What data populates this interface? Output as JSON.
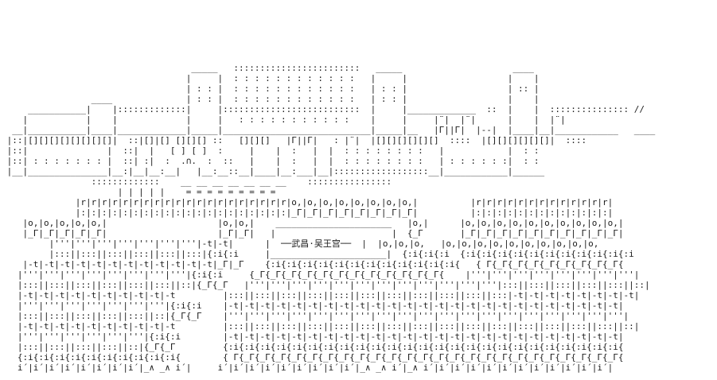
{
  "scene": {
    "title": "――武昌·吴王宫――",
    "title_translation_note": "nameplate text shown on the palace gate plate",
    "figures_glyph": "_∧ _∧",
    "colors": {
      "background": "#ffffff",
      "ink": "#1c1c1c"
    },
    "art_lines": [
      "",
      "",
      "",
      "                                    _____   ::::::::::::::::::::::::   _____                     ____",
      "                                   |     |  : : : : : : : : : : : :   |     |                   |    |",
      "                                   | : : |  : : : : : : : : : : : :   | : : |                   | :: |",
      "                 ____              | : : |  : : : : : : : : : : : :   | : : |                   |    |",
      "     ___________|    |:::::::::::::|     |::::::::::::::::::::::::::  |     |_____________  ::  |    |  ::::::::::::::: //",
      "    |           |    |             |     |   : : : : : : : : : : :    |     |     |¨|  |¨|      |    |  |¨|",
      "  __|___________|____|_____________|_____|____________________________|_____|__   |Γ||Γ|  |--|  |____|__|____________   ____",
      " |::|[][][][][][][][]|  ::|[]|[] [][][] ::   [][][]   |Γ||Γ|   : |¨|  |[][][][][][]  ::::  |[][][][][][]|  ::::",
      " |::|               |  ::|  |   [ ] [ ]  :     |    |  :   |  |  : : : : : : : :   |            |  : :",
      " |::| : : : : : : : |  ::| :|  :  .∩.  :  ::   |    |  :   |  |  : : : : : : : :   | : : : : : :|  : :",
      " |__|_______________|__:|__|__:__|   |__:__::__|____|__:___|__|::::::::::::::::::__|____________|______",
      "                 :::::::::::::    __ __ __ __ __ __ __    ::::::::::::::::",
      "                      | | | | |    = = = = = = = = =",
      "              |r|r|r|r|r|r|r|r|r|r|r|r|r|r|r|r|r|r|r|r|o,|o,|o,|o,|o,|o,|o,|o,|          |r|r|r|r|r|r|r|r|r|r|r|r|r|",
      "              |:|:|:|:|:|:|:|:|:|:|:|:|:|:|:|:|:|:|:|:|_Γ|_Γ|_Γ|_Γ|_Γ|_Γ|_Γ|_Γ|          |:|:|:|:|:|:|:|:|:|:|:|:|:|",
      "    |o,|o,|o,|o,|o,|                     |o,|o,|    ______________________   |o,|      |o,|o,|o,|o,|o,|o,|o,|o,|o,|o,|",
      "    |_Γ|_Γ|_Γ|_Γ|_Γ|                     |_Γ|_Γ|   |                      |  {_Γ       |_Γ|_Γ|_Γ|_Γ|_Γ|_Γ|_Γ|_Γ|_Γ|_Γ|",
      "         |'''|'''|'''|'''|'''|'''|'''|-t|-t|      |  ──武昌·吴王宫──  |  |o,|o,|o,   |o,|o,|o,|o,|o,|o,|o,|o,|o,|o,",
      "         |:::||:::||:::||:::||:::||:::|{:i{:i     |______________________|  {:i{:i{:i  {:i{:i{:i{:i{:i{:i{:i{:i{:i{:i{:i",
      "    |-t|-t|-t|-t|-t|-t|-t|-t|-t|-t|-t|-t|_Γ|_Γ    {:i{:i{:i{:i{:i{:i{:i{:i{:i{:i{:i{:i{   { Γ{_Γ{_Γ{_Γ{_Γ{_Γ{_Γ{_Γ{_Γ{",
      "   |'''|'''|'''|'''|'''|'''|'''|'''|{:i{:i     {_Γ{_Γ{_Γ{_Γ{_Γ{_Γ{_Γ{_Γ{_Γ{_Γ{_Γ{_Γ{    |'''|'''|'''|'''|'''|'''|'''|'''|",
      "   |:::||:::||:::||:::||:::||:::||::|{_Γ{_Γ   |'''|'''|'''|'''|'''|'''|'''|'''|'''|'''|'''|'''|:::||:::||:::||:::||:::||::|",
      "   |-t|-t|-t|-t|-t|-t|-t|-t|-t|-t         |:::||:::||:::||:::||:::||:::||:::||:::||:::||:::||:::|-t|-t|-t|-t|-t|-t|-t|-t|",
      "   |'''|'''|'''|'''|'''|'''|'''|{:i{:i    |-t|-t|-t|-t|-t|-t|-t|-t|-t|-t|-t|-t|-t|-t|-t|-t|-t|-t|-t|-t|-t|-t|-t|-t|-t|",
      "   |:::||:::||:::||:::||:::||::|{_Γ{_Γ    |'''|'''|'''|'''|'''|'''|'''|'''|'''|'''|'''|'''|'''|'''|'''|'''|'''|'''|'''|",
      "   |-t|-t|-t|-t|-t|-t|-t|-t|-t|-t         |:::||:::||:::||:::||:::||:::||:::||:::||:::||:::||:::||:::||:::||:::||:::||::|",
      "   |'''|'''|'''|'''|'''|'''|{:i{:i        |-t|-t|-t|-t|-t|-t|-t|-t|-t|-t|-t|-t|-t|-t|-t|-t|-t|-t|-t|-t|-t|-t|-t|-t|-t|",
      "   |:::||:::||:::||:::||::|{_Γ{_Γ         {:i{:i{:i{:i{:i{:i{:i{:i{:i{:i{:i{:i{:i{:i{:i{:i{:i{:i{:i{:i{:i{:i{:i{:i{:i{",
      "   {:i{:i{:i{:i{:i{:i{:i{:i{:i{:i{        { Γ{_Γ{_Γ{_Γ{_Γ{_Γ{_Γ{_Γ{_Γ{_Γ{_Γ{_Γ{_Γ{_Γ{_Γ{_Γ{_Γ{_Γ{_Γ{_Γ{_Γ{_Γ{_Γ{_Γ{_Γ{",
      "   i´|i´|i´|i´|i´|i´|i´|i´|_∧ _∧ i´|     i´|i´|i´|i´|i´|i´|i´|i´|i´|_∧ _∧ i´|_∧ i´|i´|i´|i´|i´|i´|i´|i´|i´|i´|i´|i´|",
      ""
    ]
  }
}
